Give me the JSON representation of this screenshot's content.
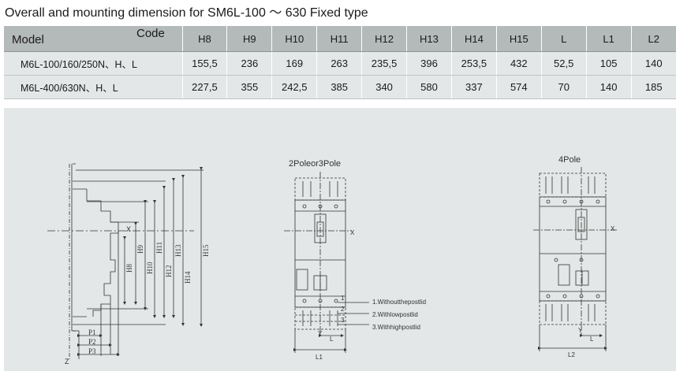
{
  "title": "Overall and mounting dimension for SM6L-100 ～ 630 Fixed type",
  "table": {
    "model_label": "Model",
    "code_label": "Code",
    "columns": [
      "H8",
      "H9",
      "H10",
      "H11",
      "H12",
      "H13",
      "H14",
      "H15",
      "L",
      "L1",
      "L2"
    ],
    "rows": [
      {
        "model": "M6L-100/160/250N、H、L",
        "values": [
          "155,5",
          "236",
          "169",
          "263",
          "235,5",
          "396",
          "253,5",
          "432",
          "52,5",
          "105",
          "140"
        ]
      },
      {
        "model": "M6L-400/630N、H、L",
        "values": [
          "227,5",
          "355",
          "242,5",
          "385",
          "340",
          "580",
          "337",
          "574",
          "70",
          "140",
          "185"
        ]
      }
    ]
  },
  "drawings": {
    "side": {
      "dims": [
        "H8",
        "H9",
        "H10",
        "H11",
        "H12",
        "H13",
        "H14",
        "H15"
      ],
      "p_labels": [
        "P1",
        "P2",
        "P3"
      ],
      "x_label": "X",
      "z_label": "Z"
    },
    "front3": {
      "title": "2Poleor3Pole",
      "x_label": "X",
      "y_label": "Y",
      "l_label": "L",
      "l1_label": "L1",
      "legend": [
        "1.Withoutthepostlid",
        "2.Withlowpostlid",
        "3.Withhighpostlid"
      ],
      "legend_numbers": [
        "1",
        "2",
        "3"
      ]
    },
    "front4": {
      "title": "4Pole",
      "x_label": "X",
      "y_label": "Y",
      "l_label": "L",
      "l2_label": "L2"
    }
  }
}
